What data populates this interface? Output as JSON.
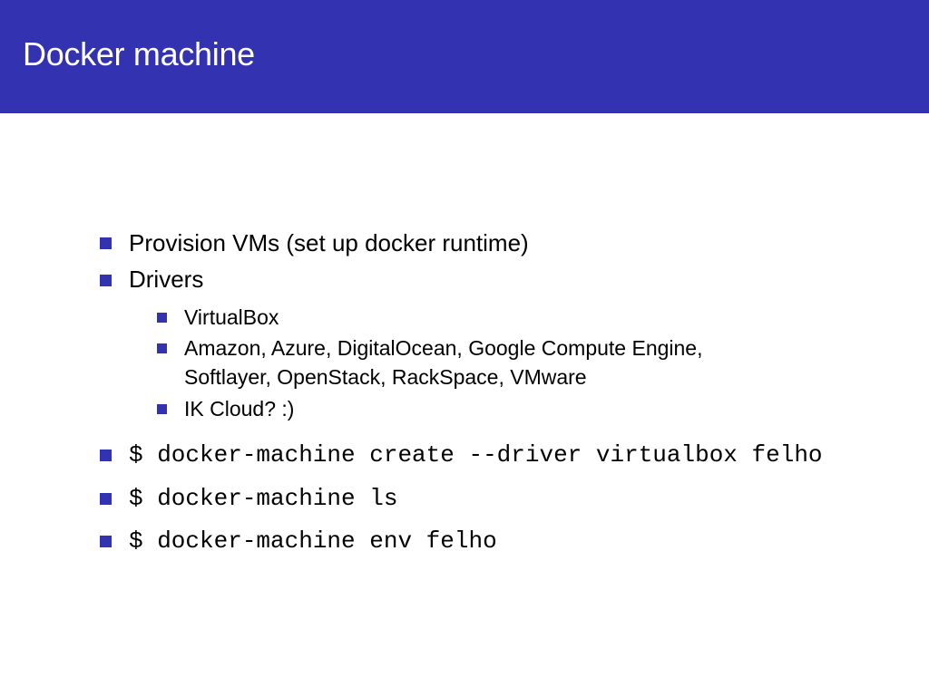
{
  "slide": {
    "title": "Docker machine",
    "accent_color": "#3333b2",
    "bullet_icon": "square-bullet-icon",
    "items": [
      {
        "text": "Provision VMs (set up docker runtime)"
      },
      {
        "text": "Drivers"
      }
    ],
    "drivers": [
      {
        "lines": [
          "VirtualBox"
        ]
      },
      {
        "lines": [
          "Amazon, Azure, DigitalOcean, Google Compute Engine,",
          "Softlayer, OpenStack, RackSpace, VMware"
        ]
      },
      {
        "lines": [
          "IK Cloud? :)"
        ]
      }
    ],
    "commands": [
      "$ docker-machine create --driver virtualbox felho",
      "$ docker-machine ls",
      "$ docker-machine env felho"
    ]
  }
}
